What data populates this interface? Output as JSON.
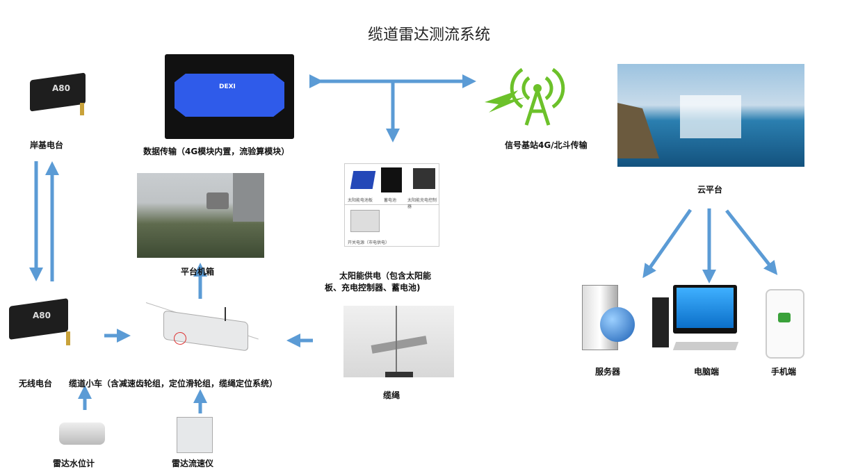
{
  "title": "缆道雷达测流系统",
  "accent": "#5b9bd5",
  "nodes": {
    "shore_radio": "岸基电台",
    "data_transmission": "数据传输（4G模块内置，流验算模块）",
    "device_brand": "DEXI",
    "base_station": "信号基站4G/北斗传输",
    "cloud": "云平台",
    "platform_box": "平台机箱",
    "solar_line1": "太阳能供电（包含太阳能",
    "solar_line2": "板、充电控制器、蓄电池)",
    "solar_items": [
      "太阳能电池板",
      "蓄电池",
      "太阳能充电控制器",
      "开关电源（市电供电）"
    ],
    "wireless_radio": "无线电台",
    "radio_model": "A80",
    "cable_car": "缆道小车（含减速齿轮组，定位滑轮组，缆绳定位系统）",
    "cable": "缆绳",
    "radar_level": "雷达水位计",
    "radar_flow": "雷达流速仪",
    "server": "服务器",
    "pc": "电脑端",
    "phone": "手机端"
  }
}
